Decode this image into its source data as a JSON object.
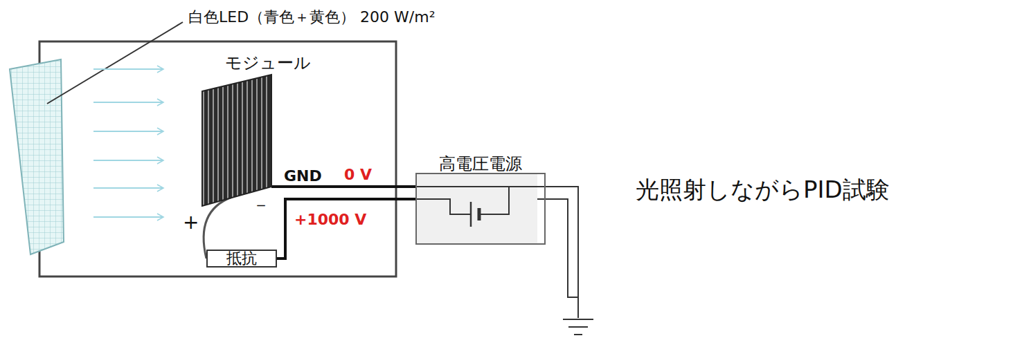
{
  "diagram": {
    "nodes": [
      {
        "text": [
          "モジュール"
        ]
      },
      {
        "text": [
          "抵抗"
        ]
      },
      {
        "text": [
          "高電圧電源"
        ]
      }
    ],
    "edges": [
      {
        "from": 0,
        "to": 1,
        "arrow": "none"
      },
      {
        "from": 1,
        "to": 2,
        "arrow": "none"
      },
      {
        "from": 0,
        "to": 2,
        "arrow": "none"
      }
    ],
    "labels": [
      "白色LED（青色＋黄色） 200 W/m²",
      "GND",
      "0 V",
      "+1000 V",
      "+",
      "－",
      "光照射しながらPID試験"
    ]
  }
}
